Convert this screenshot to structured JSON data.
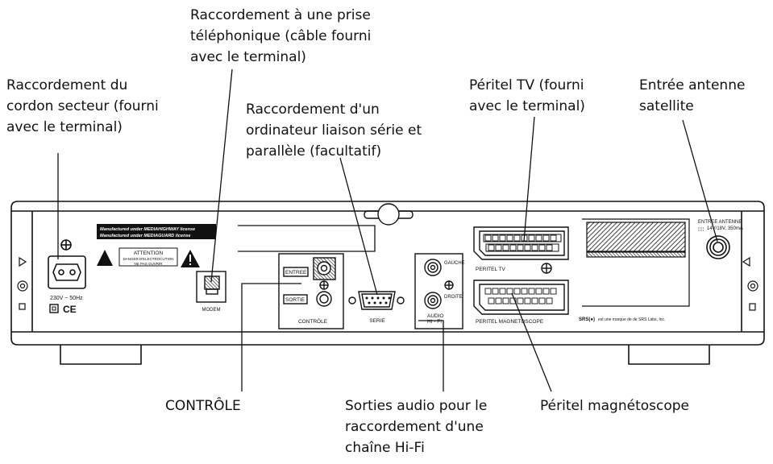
{
  "callouts": {
    "phone": "Raccordement à une prise\ntéléphonique (câble fourni\navec le terminal)",
    "power": "Raccordement du\ncordon secteur (fourni\navec le terminal)",
    "computer": "Raccordement d'un\nordinateur liaison série et\nparallèle (facultatif)",
    "peritel_tv": "Péritel TV (fourni\navec le terminal)",
    "antenna": "Entrée antenne\nsatellite",
    "controle": "CONTRÔLE",
    "audio": "Sorties audio pour le\nraccordement d'une\nchaîne Hi-Fi",
    "peritel_vcr": "Péritel magnétoscope"
  },
  "panel": {
    "license1": "Manufactured under MEDIAHIGHWAY license",
    "license2": "Manufactured under MEDIAGUARD license",
    "attention": "ATTENTION",
    "danger1": "DANGER D'ELECTROCUTION",
    "danger2": "NE PAS OUVRIR",
    "voltage": "230V  ~ 50Hz",
    "ce": "CE",
    "modem": "MODEM",
    "entree": "ENTREE",
    "sortie": "SORTIE",
    "controle": "CONTRÔLE",
    "serie": "SERIE",
    "gauche": "GAUCHE",
    "droite": "DROITE",
    "audio": "AUDIO",
    "hifi": "HI - FI",
    "peritel_tv": "PERITEL TV",
    "peritel_mag": "PERITEL  MAGNETOSCOPE",
    "srs": "SRS(●)",
    "srs_text": "est une marque de de SRS Labs, Inc.",
    "antenna1": "ENTREE   ANTENNE",
    "antenna2": "14V/18V, 350mA"
  }
}
